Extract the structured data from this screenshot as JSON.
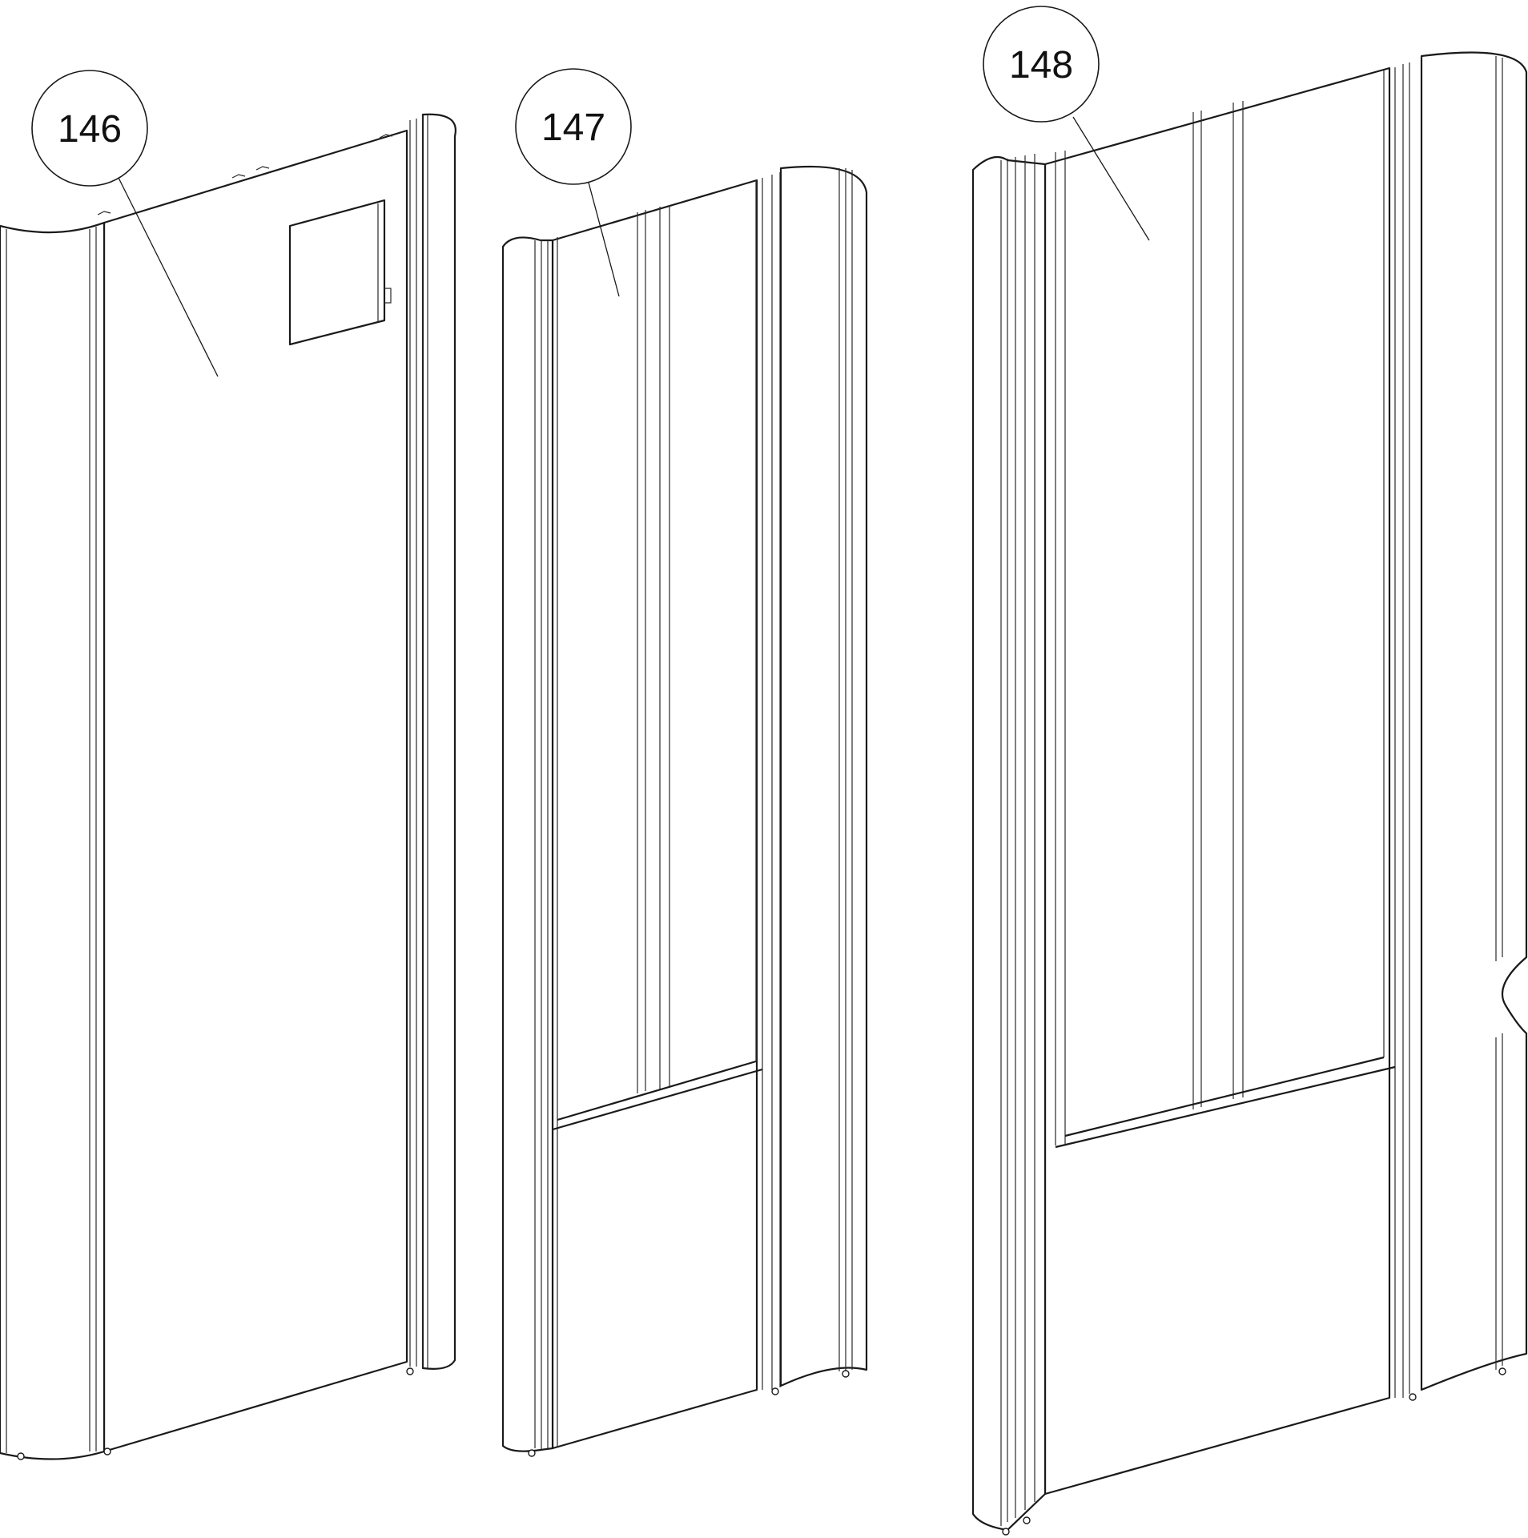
{
  "callouts": [
    {
      "id": "146",
      "label": "146"
    },
    {
      "id": "147",
      "label": "147"
    },
    {
      "id": "148",
      "label": "148"
    }
  ],
  "colors": {
    "line": "#1a1a1a",
    "background": "#ffffff"
  }
}
